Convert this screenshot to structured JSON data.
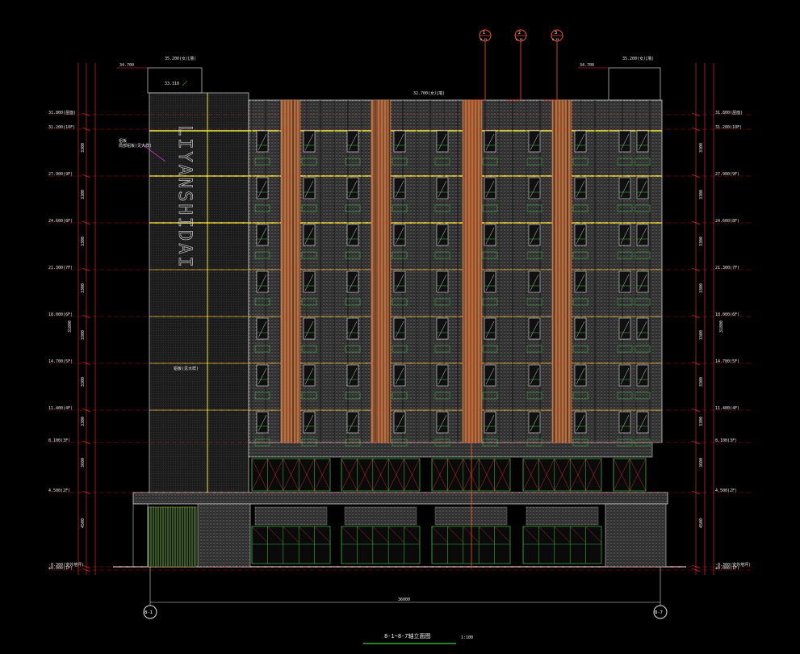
{
  "colors": {
    "background": "#000000",
    "floor_line": "#e6f03c",
    "level_line": "#ff2020",
    "dimension": "#ff3030",
    "wood_panel": "#b0643a",
    "facade": "#7a7a7a",
    "window": "#3aa83a",
    "grid_axis": "#ff5020"
  },
  "title": {
    "text": "8-1~8-7轴立面图",
    "scale": "1:100"
  },
  "signage": {
    "text": "LIYANSHIDAI"
  },
  "elevation_labels_left": [
    "±0.000(1F)",
    "-0.300(室外地坪)",
    "4.500(2F)",
    "8.100(3F)",
    "11.400(4F)",
    "14.700(5F)",
    "18.000(6F)",
    "21.300(7F)",
    "24.600(8F)",
    "27.900(9F)",
    "31.200(10F)",
    "31.800(屋面)"
  ],
  "elevation_labels_right": [
    "±0.000(1F)",
    "-0.300(室外地坪)",
    "4.500(2F)",
    "8.100(3F)",
    "11.400(4F)",
    "14.700(5F)",
    "18.000(6F)",
    "21.300(7F)",
    "24.600(8F)",
    "27.900(9F)",
    "31.200(10F)",
    "31.800(屋面)"
  ],
  "top_labels": {
    "left_parapet": "35.200(女儿墙)",
    "left_height": "34.700",
    "left_mid": "33.310",
    "center_roof": "32.700(女儿墙)",
    "right_parapet": "35.200(女儿墙)",
    "right_height": "34.700"
  },
  "annotations": {
    "material_note_1": "铝板\n局部铝板(见大样)",
    "material_note_2": "铝板(见大样)"
  },
  "grid_bubbles_top": [
    {
      "num": "1",
      "sub": "A-15"
    },
    {
      "num": "2",
      "sub": "A-15"
    },
    {
      "num": "3",
      "sub": "A-15"
    }
  ],
  "grid_bubbles_bottom": [
    {
      "label": "8-1"
    },
    {
      "label": "8-7"
    }
  ],
  "overall_dimension": "36000",
  "left_total_dim": "31800",
  "right_total_dim": "31800",
  "floor_dims_left": [
    "3300",
    "3300",
    "3300",
    "3300",
    "3300",
    "3300",
    "3300",
    "3600",
    "4500"
  ],
  "floor_dims_right": [
    "3300",
    "3300",
    "3300",
    "3300",
    "3300",
    "3300",
    "3300",
    "3600",
    "4500"
  ]
}
